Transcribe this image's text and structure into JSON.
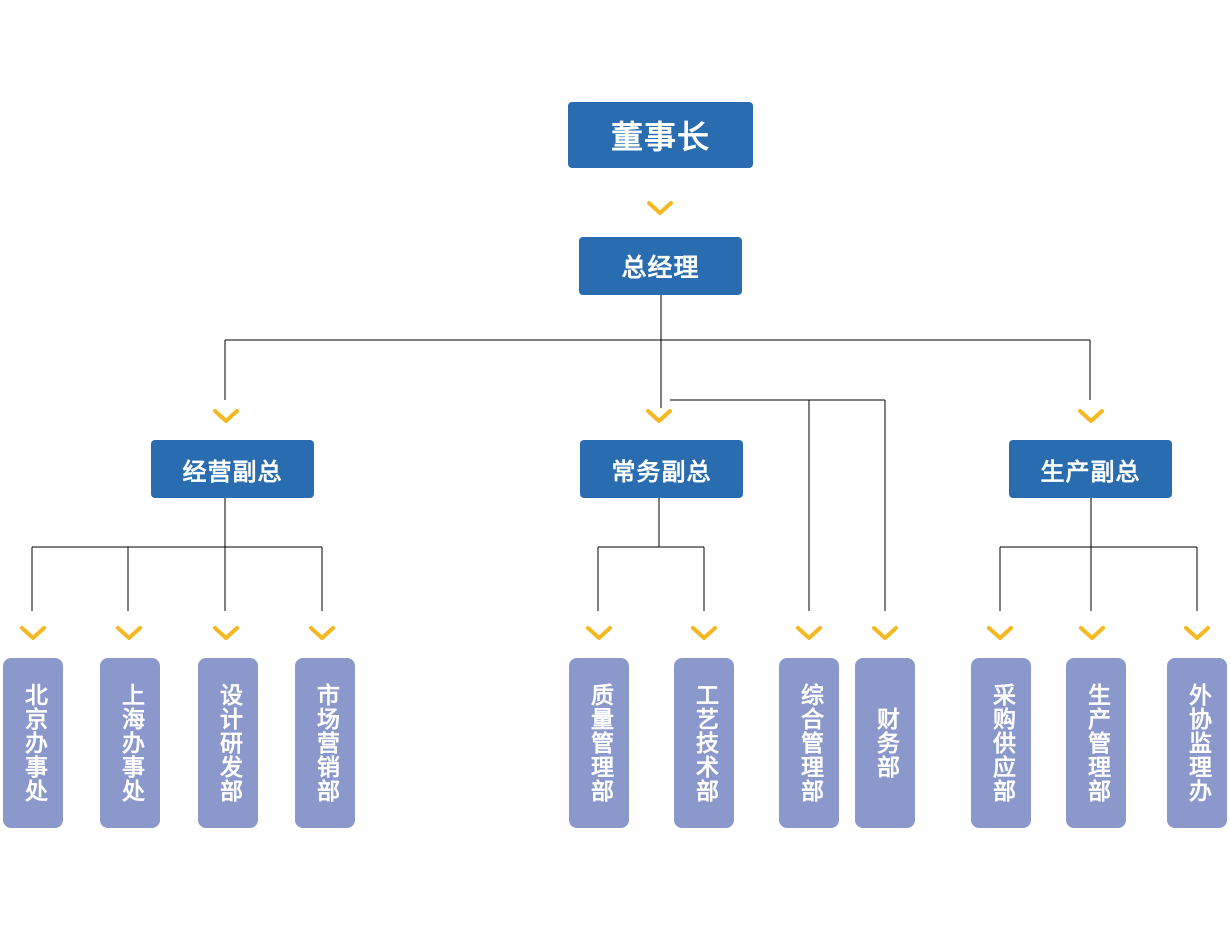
{
  "chairman": "董事长",
  "general_manager": "总经理",
  "vice_presidents": [
    {
      "label": "经营副总"
    },
    {
      "label": "常务副总"
    },
    {
      "label": "生产副总"
    }
  ],
  "departments": [
    {
      "label": "北京办事处"
    },
    {
      "label": "上海办事处"
    },
    {
      "label": "设计研发部"
    },
    {
      "label": "市场营销部"
    },
    {
      "label": "质量管理部"
    },
    {
      "label": "工艺技术部"
    },
    {
      "label": "综合管理部"
    },
    {
      "label": "财务部"
    },
    {
      "label": "采购供应部"
    },
    {
      "label": "生产管理部"
    },
    {
      "label": "外协监理办"
    }
  ],
  "colors": {
    "head_box": "#2a6cb0",
    "dept_box": "#8a98cb",
    "connector": "#000000",
    "arrow": "#f5b820"
  }
}
